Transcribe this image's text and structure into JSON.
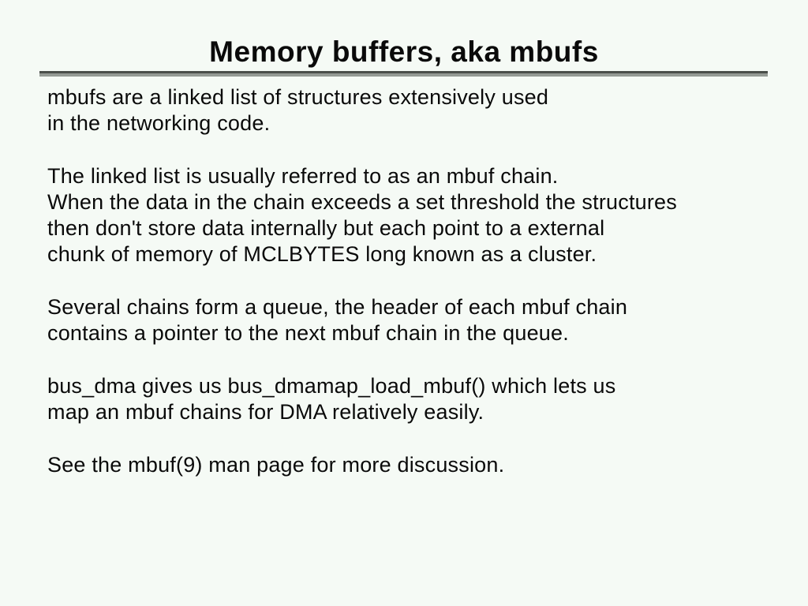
{
  "slide": {
    "title": "Memory buffers, aka mbufs",
    "paragraphs": [
      [
        "mbufs are a linked list of structures extensively used",
        "in the networking code."
      ],
      [
        "The linked list is usually referred to as an mbuf chain.",
        "When the data in the chain exceeds a set threshold the structures",
        "then don't store data internally but each point to a external",
        "chunk of memory of MCLBYTES long known as a cluster."
      ],
      [
        "Several chains form a queue, the header of each mbuf chain",
        "contains a pointer to the next mbuf chain in the queue."
      ],
      [
        "bus_dma gives us bus_dmamap_load_mbuf() which lets us",
        "map an mbuf chains for DMA relatively easily."
      ],
      [
        "See the mbuf(9) man page for more discussion."
      ]
    ],
    "colors": {
      "background": "#f5faf5",
      "text": "#0a0a0a",
      "divider_top": "#4a4f4a",
      "divider_bottom": "#949a94"
    }
  }
}
